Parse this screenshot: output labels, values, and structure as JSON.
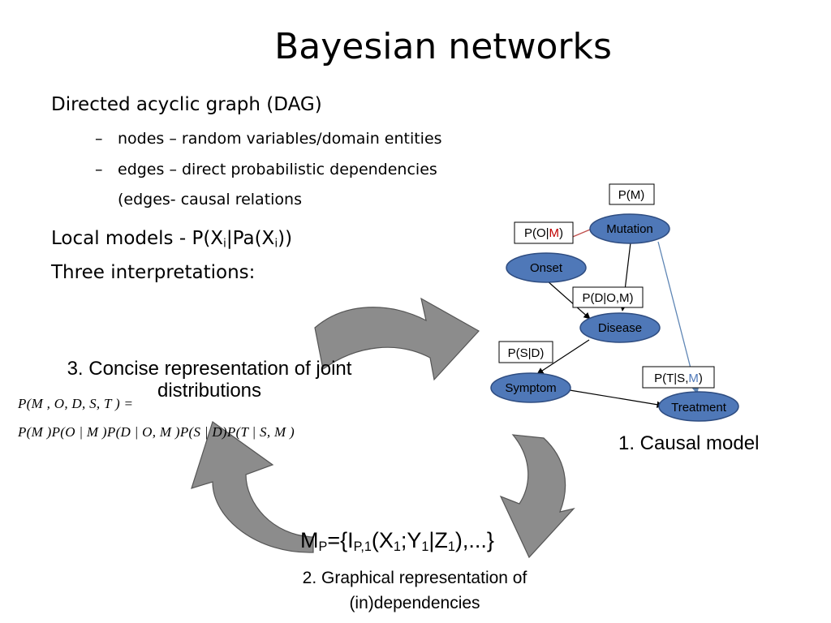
{
  "title": "Bayesian networks",
  "bullets": {
    "dag": "Directed acyclic graph (DAG)",
    "nodes": "nodes – random variables/domain entities",
    "edges": "edges – direct probabilistic dependencies",
    "edges_cont": "(edges- causal relations",
    "local_pre": "Local models - P(X",
    "local_sub1": "i",
    "local_mid": "|Pa(X",
    "local_sub2": "i",
    "local_post": "))",
    "three": "Three interpretations:"
  },
  "labels": {
    "concise_line1": "3. Concise representation of joint",
    "concise_line2": "distributions",
    "causal": "1. Causal model",
    "graphical_line1": "2. Graphical representation of",
    "graphical_line2": "(in)dependencies"
  },
  "formula": {
    "line1": "P(M , O, D, S, T ) =",
    "line2": "P(M )P(O | M )P(D | O, M )P(S | D)P(T | S, M )"
  },
  "independence": {
    "m": "M",
    "m_sub": "P",
    "eq": "={I",
    "i_sub": "P,1",
    "x": "(X",
    "x_sub": "1",
    "y": ";Y",
    "y_sub": "1",
    "z": "|Z",
    "z_sub": "1",
    "end": "),...}"
  },
  "network": {
    "nodes": {
      "mutation": "Mutation",
      "onset": "Onset",
      "disease": "Disease",
      "symptom": "Symptom",
      "treatment": "Treatment"
    },
    "cpts": {
      "pm": "P(M)",
      "po_pre": "P(O|",
      "po_m": "M",
      "po_post": ")",
      "pd": "P(D|O,M)",
      "ps": "P(S|D)",
      "pt_pre": "P(T|S,",
      "pt_m": "M",
      "pt_post": ")"
    }
  },
  "colors": {
    "node_fill": "#4F78B8",
    "node_stroke": "#2E4C80",
    "arrow_fill": "#8C8C8C",
    "edge_red": "#C0504D",
    "edge_blue": "#5F86B5"
  }
}
